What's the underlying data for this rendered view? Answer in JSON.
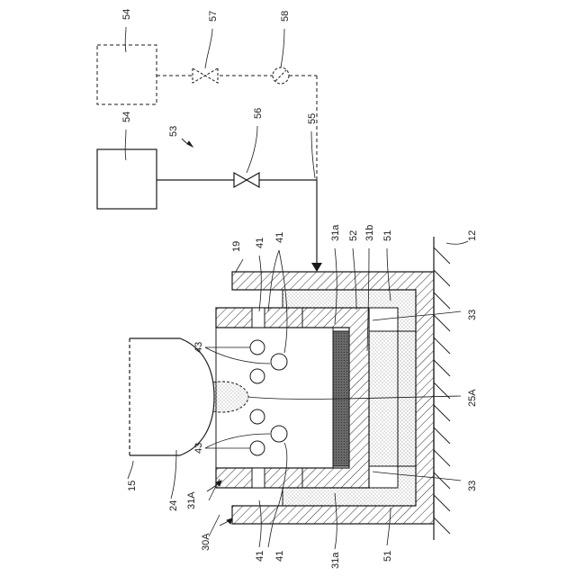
{
  "labels": {
    "l54_top": "54",
    "l57": "57",
    "l58": "58",
    "l54": "54",
    "l53": "53",
    "l56": "56",
    "l55": "55",
    "l19": "19",
    "l41_a": "41",
    "l41_b": "41",
    "l31a_top": "31a",
    "l52": "52",
    "l31b": "31b",
    "l51_top": "51",
    "l12": "12",
    "l33_top": "33",
    "l43_top": "43",
    "l25A": "25A",
    "l43_bot": "43",
    "l33_bot": "33",
    "l15": "15",
    "l24": "24",
    "l31A": "31A",
    "l30A": "30A",
    "l41_c": "41",
    "l41_d": "41",
    "l31a_bot": "31a",
    "l51_bot": "51"
  },
  "colors": {
    "line": "#1a1a1a",
    "hatch_bg": "#ffffff",
    "stipple": "#8a8a8a",
    "dark_pad": "#555555"
  }
}
